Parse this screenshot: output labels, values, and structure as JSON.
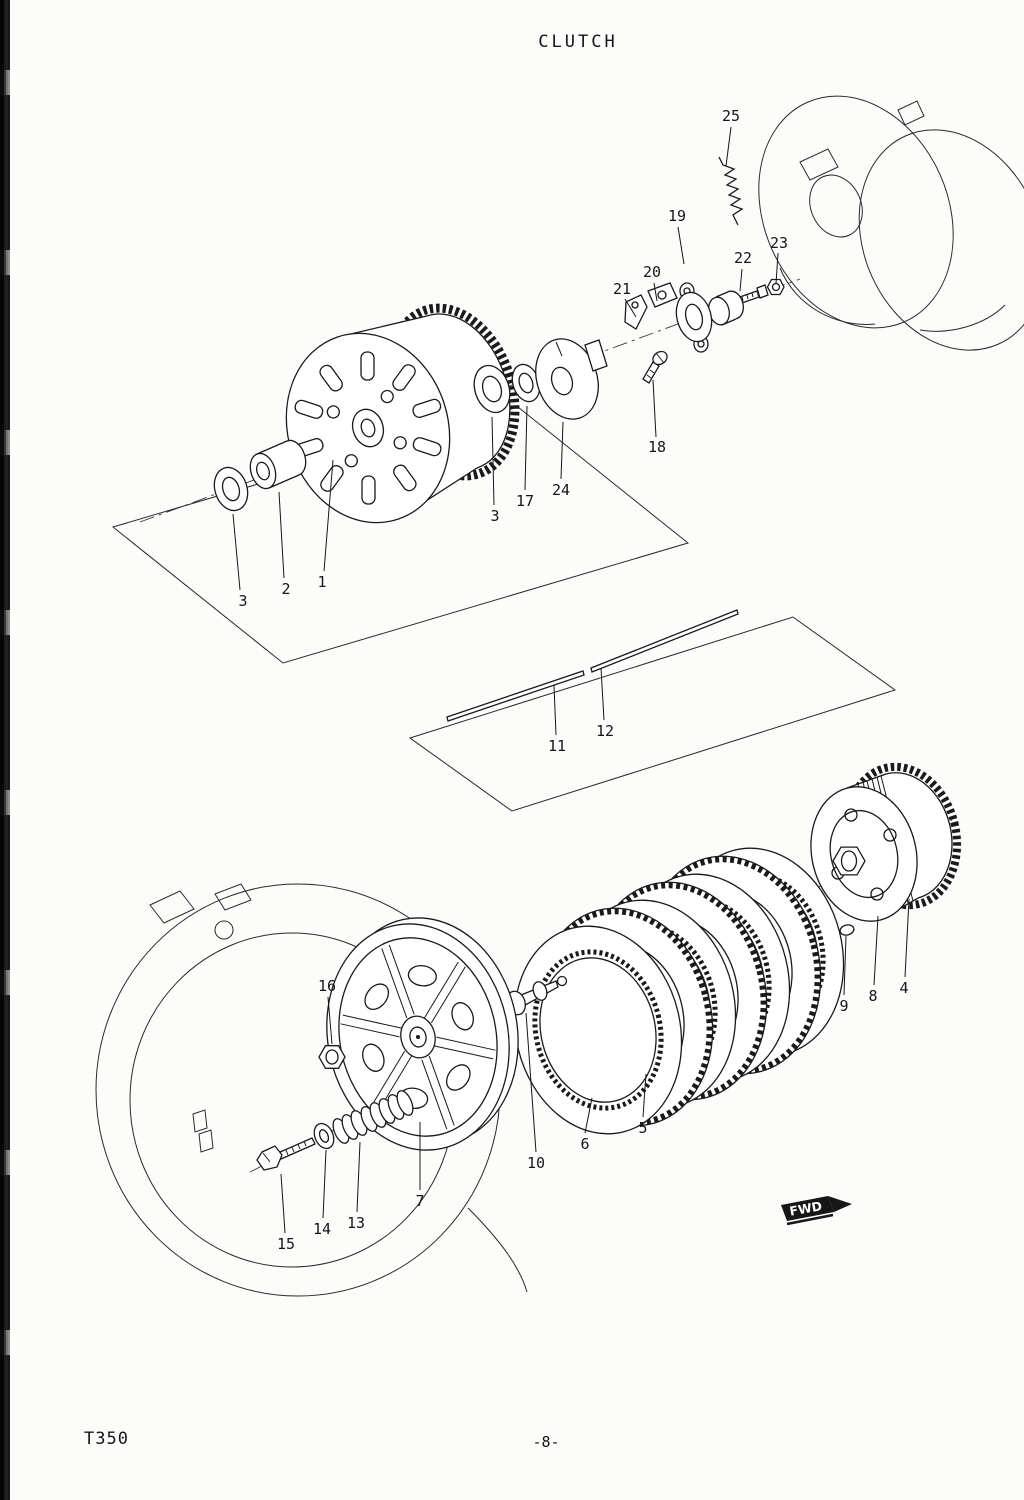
{
  "page": {
    "title": "CLUTCH",
    "model_code": "T350",
    "page_number": "-8-"
  },
  "badge": {
    "label": "FWD"
  },
  "callouts": [
    "25",
    "19",
    "20",
    "21",
    "22",
    "23",
    "18",
    "24",
    "17",
    "3",
    "3",
    "2",
    "1",
    "11",
    "12",
    "16",
    "9",
    "8",
    "4",
    "10",
    "6",
    "5",
    "7",
    "15",
    "14",
    "13"
  ]
}
